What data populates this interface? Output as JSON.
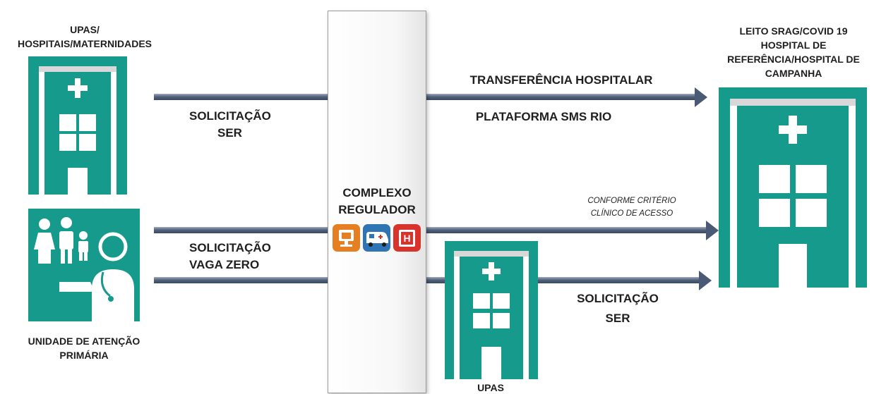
{
  "source": {
    "hospitals_label": [
      "UPAS/",
      "HOSPITAIS/MATERNIDADES"
    ],
    "primary_care_label": [
      "UNIDADE DE ATENÇÃO",
      "PRIMÁRIA"
    ]
  },
  "regulator": {
    "label": [
      "COMPLEXO",
      "REGULADOR"
    ],
    "badge_letter": "H"
  },
  "arrows": {
    "top_left_label": [
      "SOLICITAÇÃO",
      "SER"
    ],
    "top_right_label": "TRANSFERÊNCIA HOSPITALAR",
    "top_right_sublabel": "PLATAFORMA SMS RIO",
    "mid_left_label": [
      "SOLICITAÇÃO",
      "VAGA ZERO"
    ],
    "criteria_label": [
      "CONFORME CRITÉRIO",
      "CLÍNICO DE ACESSO"
    ],
    "bottom_right_label": [
      "SOLICITAÇÃO",
      "SER"
    ]
  },
  "destination": {
    "label": [
      "LEITO SRAG/COVID 19",
      "HOSPITAL DE",
      "REFERÊNCIA/HOSPITAL DE",
      "CAMPANHA"
    ]
  },
  "upas_bottom_label": "UPAS",
  "colors": {
    "teal": "#169a8c",
    "arrow_dark": "#3b4a63",
    "icon_orange": "#e67e22",
    "icon_blue": "#2f74b5",
    "icon_red": "#d9342b"
  },
  "icons": [
    "hospital-icon",
    "family-doctor-icon",
    "computer-icon",
    "ambulance-icon",
    "hospital-sign-icon"
  ]
}
